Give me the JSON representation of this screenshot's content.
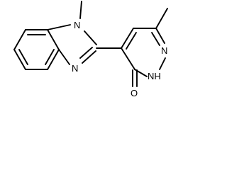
{
  "molecule": {
    "atoms": {
      "benzimidazole_methyl_n": "N",
      "benzimidazole_ring_n": "N",
      "pyridazine_ring_n": "N",
      "pyridazine_nh": "NH",
      "carbonyl_o": "O"
    }
  }
}
